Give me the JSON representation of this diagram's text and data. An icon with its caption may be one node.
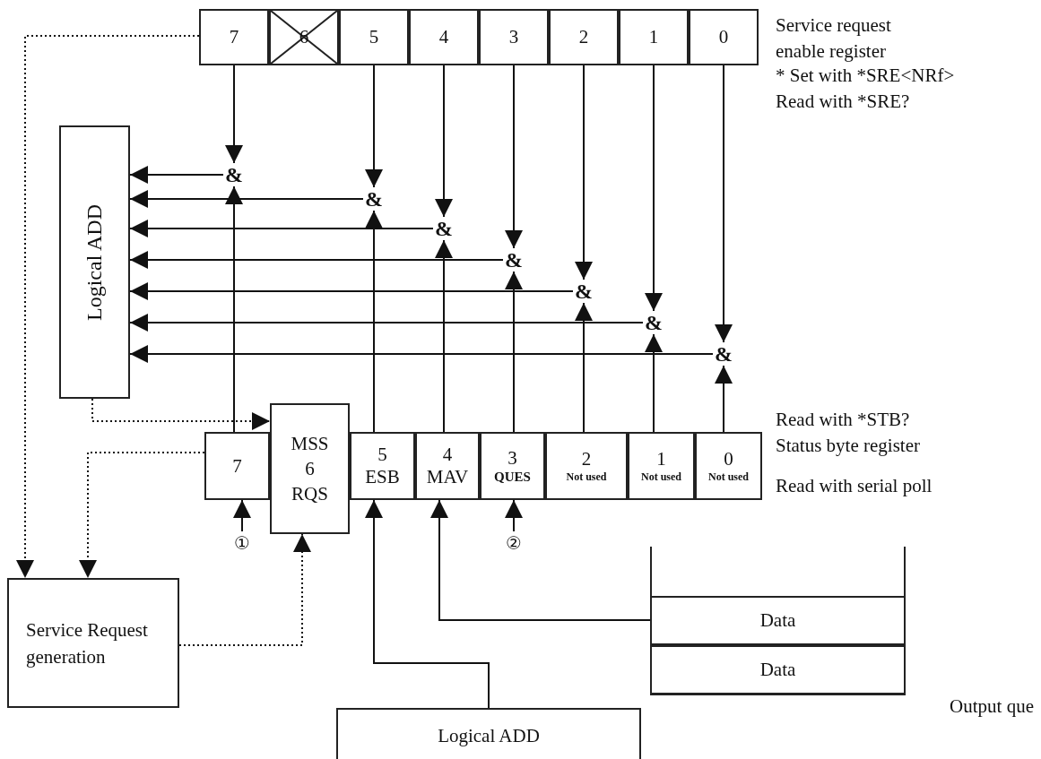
{
  "diagram": {
    "nodes": [
      {
        "text": [
          "7"
        ]
      },
      {
        "text": [
          "6"
        ]
      },
      {
        "text": [
          "5"
        ]
      },
      {
        "text": [
          "4"
        ]
      },
      {
        "text": [
          "3"
        ]
      },
      {
        "text": [
          "2"
        ]
      },
      {
        "text": [
          "1"
        ]
      },
      {
        "text": [
          "0"
        ]
      },
      {
        "text": [
          "Logical ADD"
        ]
      },
      {
        "text": [
          "&"
        ]
      },
      {
        "text": [
          "&"
        ]
      },
      {
        "text": [
          "&"
        ]
      },
      {
        "text": [
          "&"
        ]
      },
      {
        "text": [
          "&"
        ]
      },
      {
        "text": [
          "&"
        ]
      },
      {
        "text": [
          "&"
        ]
      },
      {
        "text": [
          "7"
        ]
      },
      {
        "text": [
          "MSS 6 RQS"
        ]
      },
      {
        "text": [
          "5",
          "ESB"
        ]
      },
      {
        "text": [
          "4",
          "MAV"
        ]
      },
      {
        "text": [
          "3",
          "QUES"
        ]
      },
      {
        "text": [
          "2",
          "Not used"
        ]
      },
      {
        "text": [
          "1",
          "Not used"
        ]
      },
      {
        "text": [
          "0",
          "Not used"
        ]
      },
      {
        "text": [
          "Service Request generation"
        ]
      },
      {
        "text": [
          "①"
        ]
      },
      {
        "text": [
          "②"
        ]
      },
      {
        "text": [
          "Output que"
        ]
      },
      {
        "text": [
          "Data"
        ],
        "in": 27
      },
      {
        "text": [
          "Data"
        ],
        "in": 27
      },
      {
        "text": [
          "Logical ADD"
        ]
      }
    ],
    "edges": [
      {
        "from": 0,
        "to": 9,
        "arrow": "to"
      },
      {
        "from": 2,
        "to": 10,
        "arrow": "to"
      },
      {
        "from": 3,
        "to": 11,
        "arrow": "to"
      },
      {
        "from": 4,
        "to": 12,
        "arrow": "to"
      },
      {
        "from": 5,
        "to": 13,
        "arrow": "to"
      },
      {
        "from": 6,
        "to": 14,
        "arrow": "to"
      },
      {
        "from": 7,
        "to": 15,
        "arrow": "to"
      },
      {
        "from": 16,
        "to": 9,
        "arrow": "to"
      },
      {
        "from": 18,
        "to": 10,
        "arrow": "to"
      },
      {
        "from": 19,
        "to": 11,
        "arrow": "to"
      },
      {
        "from": 20,
        "to": 12,
        "arrow": "to"
      },
      {
        "from": 21,
        "to": 13,
        "arrow": "to"
      },
      {
        "from": 22,
        "to": 14,
        "arrow": "to"
      },
      {
        "from": 23,
        "to": 15,
        "arrow": "to"
      },
      {
        "from": 9,
        "to": 8,
        "arrow": "to"
      },
      {
        "from": 10,
        "to": 8,
        "arrow": "to"
      },
      {
        "from": 11,
        "to": 8,
        "arrow": "to"
      },
      {
        "from": 12,
        "to": 8,
        "arrow": "to"
      },
      {
        "from": 13,
        "to": 8,
        "arrow": "to"
      },
      {
        "from": 14,
        "to": 8,
        "arrow": "to"
      },
      {
        "from": 15,
        "to": 8,
        "arrow": "to"
      },
      {
        "from": 8,
        "to": 17,
        "arrow": "to",
        "style": "dashed"
      },
      {
        "from": 0,
        "to": 24,
        "arrow": "to",
        "style": "dashed"
      },
      {
        "from": 16,
        "to": 24,
        "arrow": "to",
        "style": "dashed"
      },
      {
        "from": 24,
        "to": 17,
        "arrow": "to",
        "style": "dashed"
      },
      {
        "from": 25,
        "to": 16,
        "arrow": "to"
      },
      {
        "from": 26,
        "to": 20,
        "arrow": "to"
      },
      {
        "from": 28,
        "to": 19,
        "arrow": "to"
      },
      {
        "from": 30,
        "to": 18,
        "arrow": "to"
      }
    ],
    "labels": [
      "Service request enable register",
      "* Set with *SRE<NRf>",
      "Read with *SRE?",
      "Read with *STB?",
      "Status byte register",
      "Read with serial poll"
    ]
  }
}
